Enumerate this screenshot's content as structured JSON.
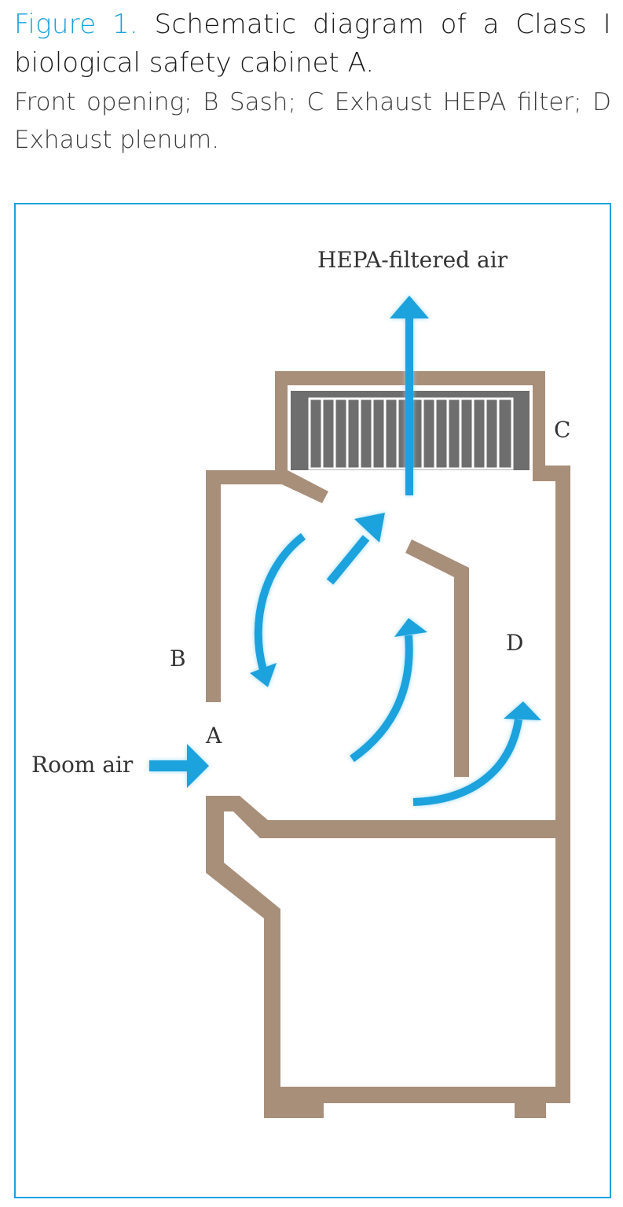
{
  "caption": {
    "figure_label": "Figure 1.",
    "title_part1": "Schematic diagram of a Class I",
    "title_part2": "biological safety cabinet A.",
    "description_part1": "Front opening; B Sash; C Exhaust HEPA filter; D",
    "description_part2": "Exhaust plenum."
  },
  "diagram": {
    "labels": {
      "hepa_air": "HEPA-filtered air",
      "room_air": "Room air",
      "a": "A",
      "b": "B",
      "c": "C",
      "d": "D"
    },
    "colors": {
      "cabinet": "#a88f7a",
      "airflow": "#1ba2dc",
      "filter": "#6e6e6e",
      "frame": "#1ba2dc"
    }
  }
}
